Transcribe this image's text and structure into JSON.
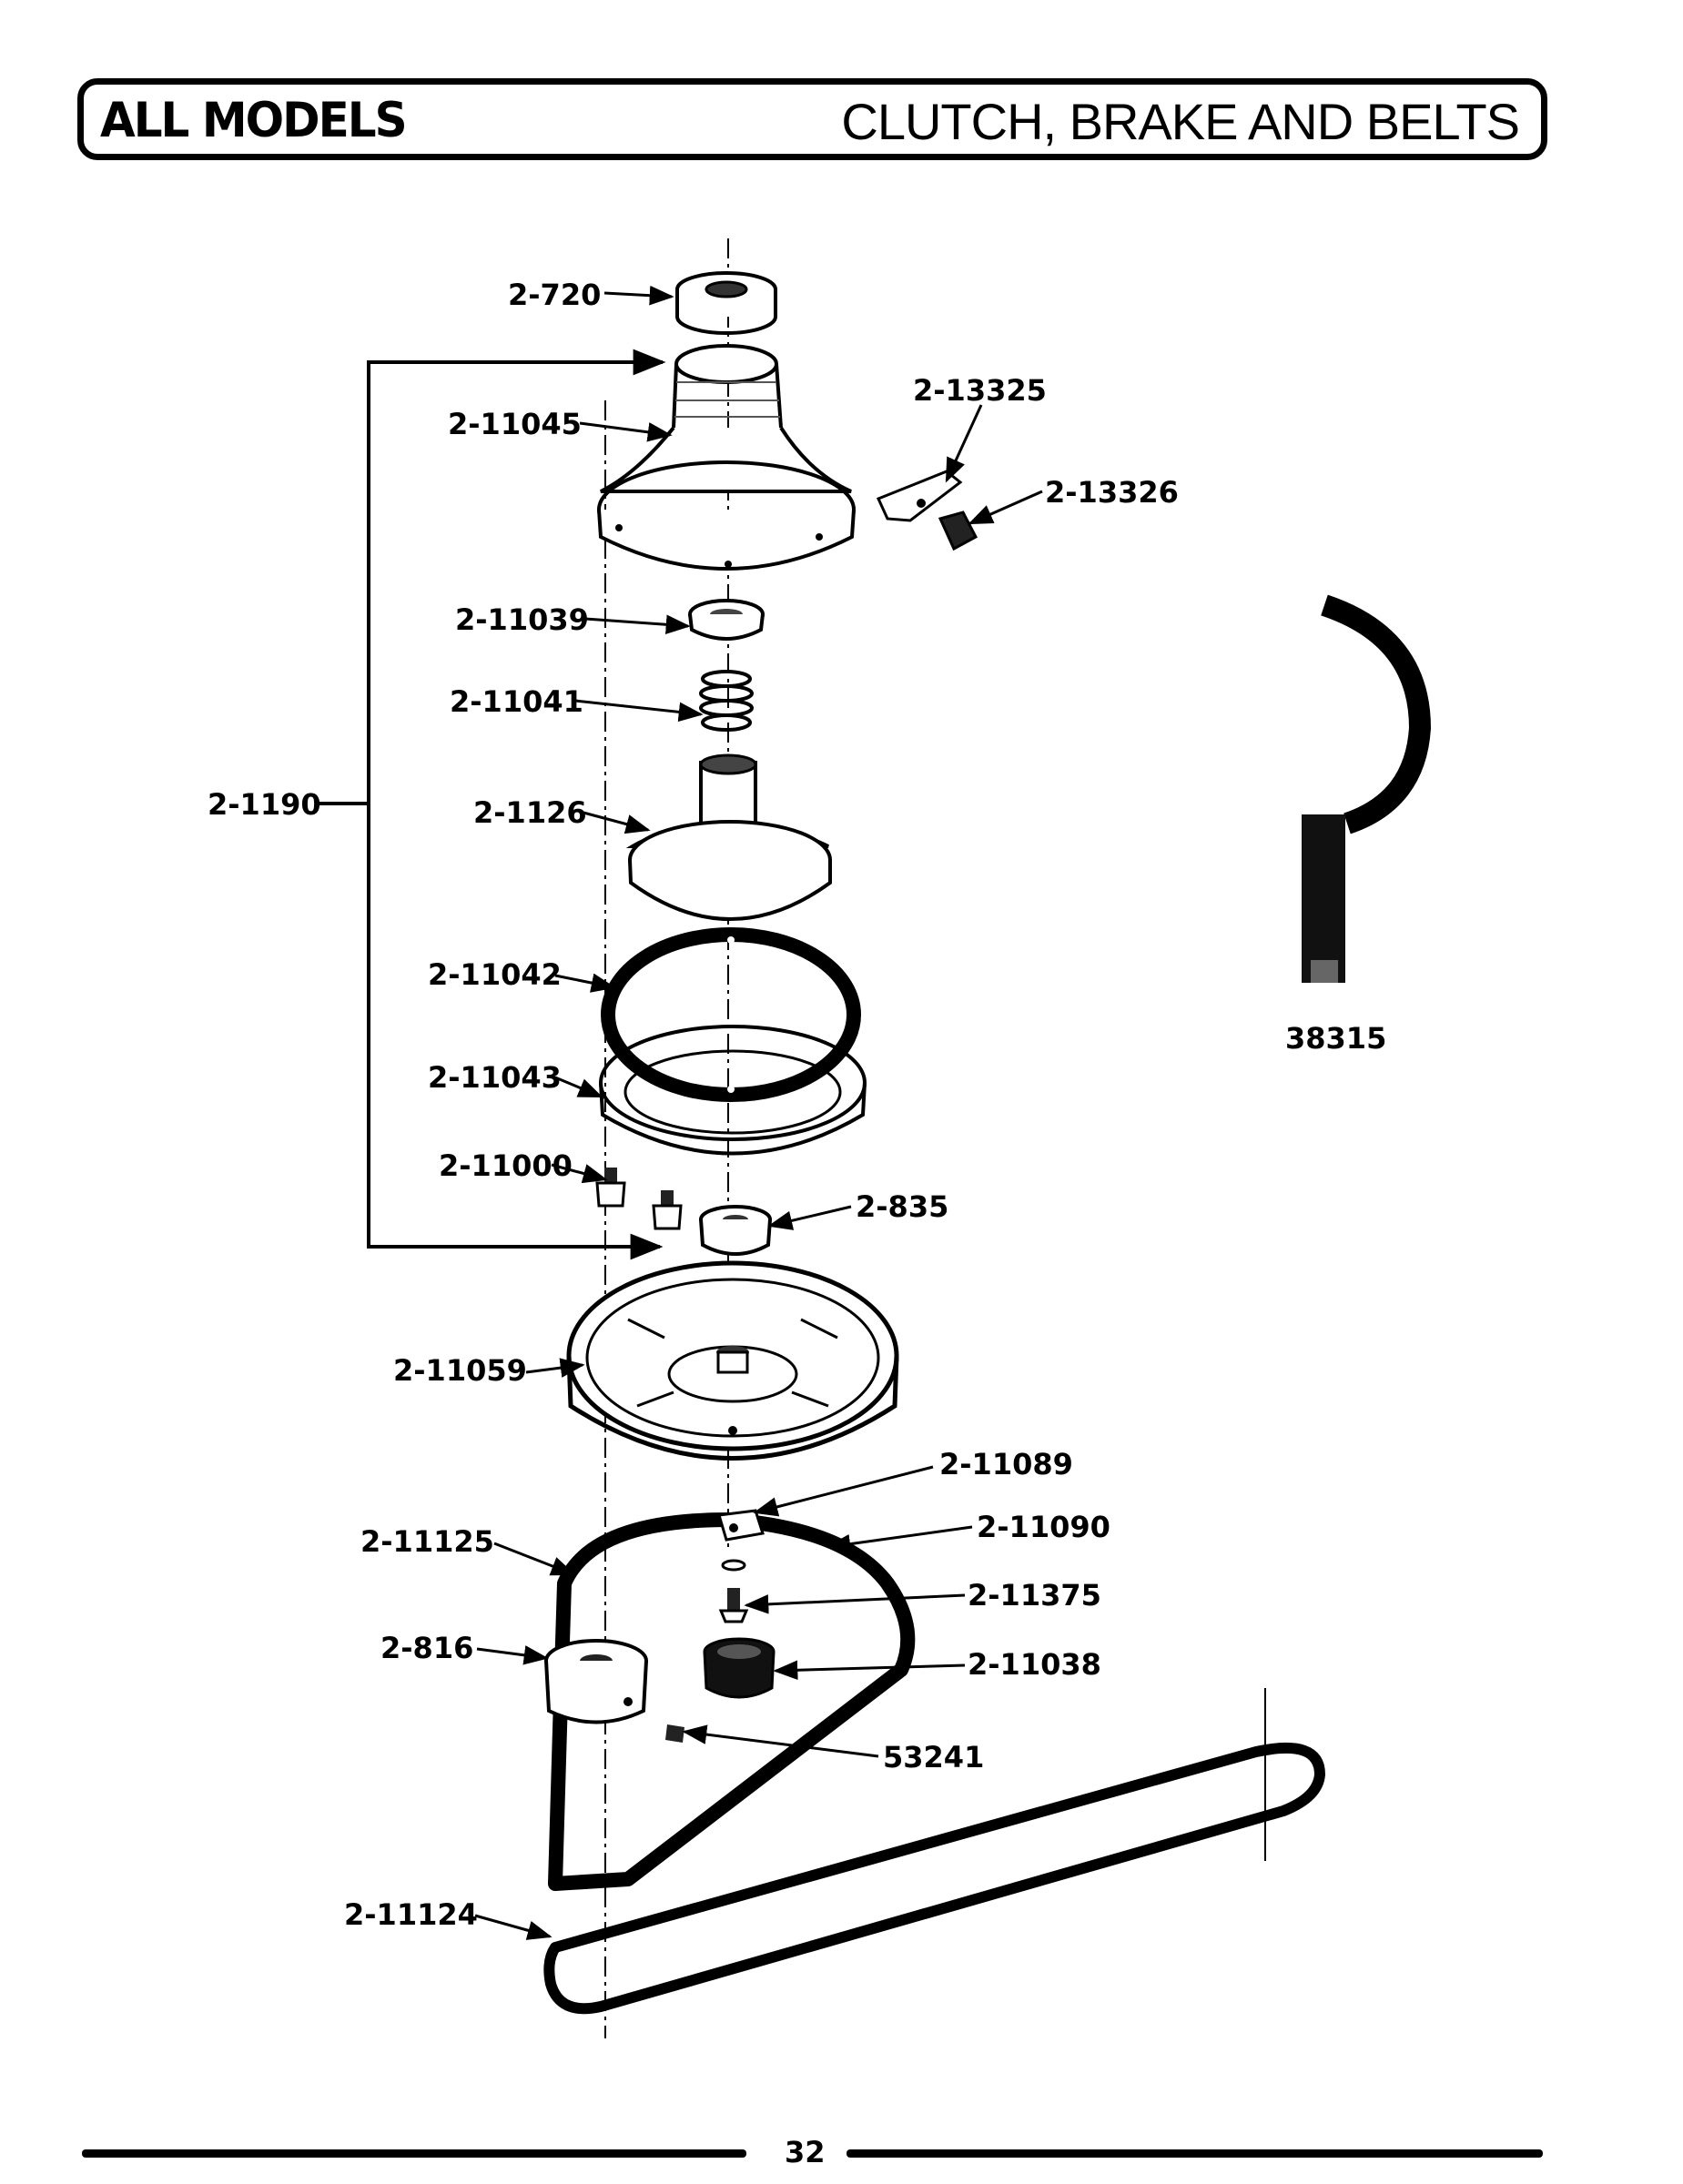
{
  "header": {
    "left_title": "ALL MODELS",
    "right_title": "CLUTCH, BRAKE AND BELTS"
  },
  "labels": {
    "p2_720": "2-720",
    "p2_11045": "2-11045",
    "p2_13325": "2-13325",
    "p2_13326": "2-13326",
    "p2_11039": "2-11039",
    "p2_11041": "2-11041",
    "p2_1190": "2-1190",
    "p2_1126": "2-1126",
    "p2_11042": "2-11042",
    "p2_11043": "2-11043",
    "p2_11000": "2-11000",
    "p2_835": "2-835",
    "p2_11059": "2-11059",
    "p2_11089": "2-11089",
    "p2_11125": "2-11125",
    "p2_11090": "2-11090",
    "p2_11375": "2-11375",
    "p2_816": "2-816",
    "p2_11038": "2-11038",
    "p53241": "53241",
    "p2_11124": "2-11124",
    "p38315": "38315"
  },
  "footer": {
    "page_number": "32"
  }
}
